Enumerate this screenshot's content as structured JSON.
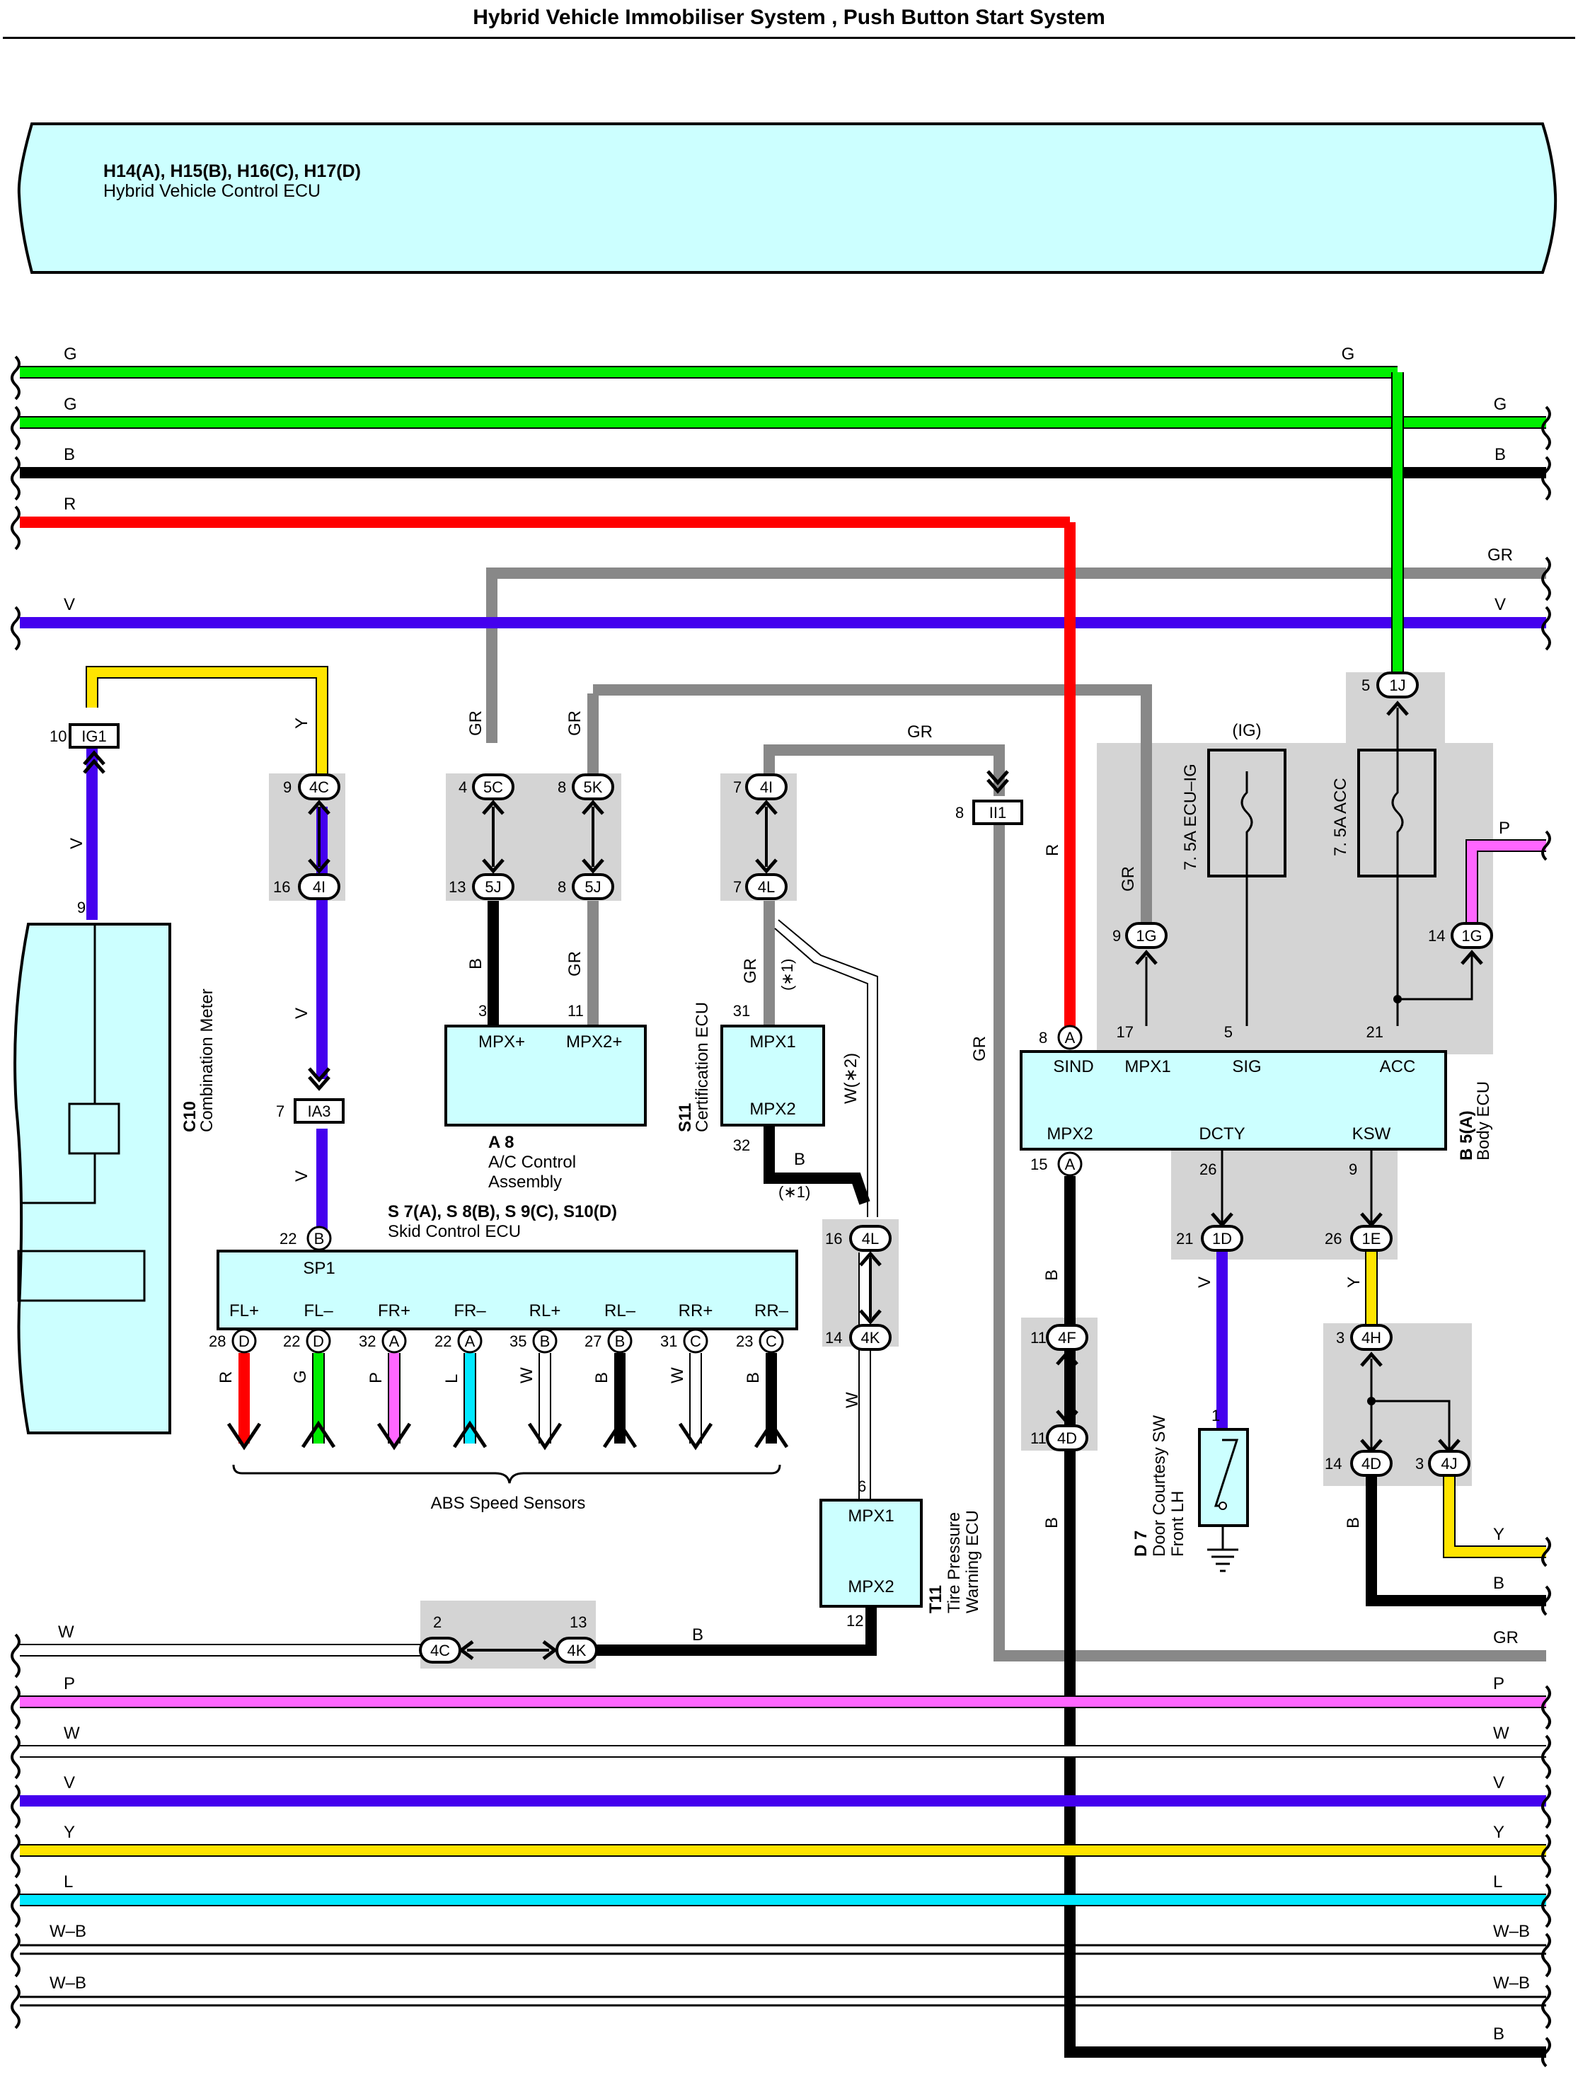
{
  "title": "Hybrid Vehicle Immobiliser System , Push Button Start System",
  "colors": {
    "G": "#00ee00",
    "B": "#000000",
    "R": "#ff0000",
    "GR": "#888888",
    "V": "#4400ee",
    "Y": "#ffe400",
    "P": "#ff66ff",
    "L": "#00e8ff",
    "W": "#ffffff",
    "component_fill": "#ccffff",
    "splice_fill": "#d4d4d4"
  },
  "hv_ecu": {
    "ref": "H14(A), H15(B), H16(C), H17(D)",
    "name": "Hybrid Vehicle Control ECU"
  },
  "top_wires": [
    "G",
    "G",
    "B",
    "R",
    "GR",
    "V"
  ],
  "bottom_wires": [
    "W",
    "GR",
    "P",
    "W",
    "V",
    "Y",
    "L",
    "W–B",
    "W–B",
    "B"
  ],
  "right_labels": {
    "p_top": "P",
    "y_right": "Y",
    "b_right": "B"
  },
  "connectors": {
    "ig1": {
      "pin": "10",
      "name": "IG1"
    },
    "c4c": {
      "pin": "9",
      "name": "4C"
    },
    "c4i": {
      "pin": "16",
      "name": "4I"
    },
    "ia3": {
      "pin": "7",
      "name": "IA3"
    },
    "c5c": {
      "pin": "4",
      "name": "5C"
    },
    "c5j_a": {
      "pin": "13",
      "name": "5J"
    },
    "c5k": {
      "pin": "8",
      "name": "5K"
    },
    "c5j_b": {
      "pin": "8",
      "name": "5J"
    },
    "c4i_b": {
      "pin": "7",
      "name": "4I"
    },
    "c4l": {
      "pin": "7",
      "name": "4L"
    },
    "ii1": {
      "pin": "8",
      "name": "II1"
    },
    "c4l_b": {
      "pin": "16",
      "name": "4L"
    },
    "c4k": {
      "pin": "14",
      "name": "4K"
    },
    "c4c_b": {
      "pin": "2",
      "name": "4C"
    },
    "c4k_b": {
      "pin": "13",
      "name": "4K"
    },
    "c1g_a": {
      "pin": "9",
      "name": "1G"
    },
    "c1g_b": {
      "pin": "14",
      "name": "1G"
    },
    "c1j": {
      "pin": "5",
      "name": "1J"
    },
    "c1d": {
      "pin": "21",
      "name": "1D"
    },
    "c1e": {
      "pin": "26",
      "name": "1E"
    },
    "c4f": {
      "pin": "11",
      "name": "4F"
    },
    "c4d_a": {
      "pin": "11",
      "name": "4D"
    },
    "c4h": {
      "pin": "3",
      "name": "4H"
    },
    "c4d_b": {
      "pin": "14",
      "name": "4D"
    },
    "c4j": {
      "pin": "3",
      "name": "4J"
    }
  },
  "wire_labels": {
    "y_meter": "Y",
    "v_meter": "V",
    "v_ia3_top": "V",
    "v_ia3_bot": "V",
    "gr_5c": "GR",
    "gr_5k": "GR",
    "b_5j": "B",
    "gr_5j": "GR",
    "gr_ii1_top": "GR",
    "gr_s11": "GR",
    "star1_a": "(∗1)",
    "w_star2": "W(∗2)",
    "b_s11": "B",
    "star1_b": "(∗1)",
    "w_t11": "W",
    "gr_ii1_side": "GR",
    "r_body": "R",
    "gr_1g": "GR",
    "b_4k": "B",
    "b_4f_top": "B",
    "b_4d_bot": "B",
    "v_1d": "V",
    "y_1e": "Y",
    "b_4d": "B"
  },
  "combination_meter": {
    "ref": "C10",
    "name": "Combination Meter",
    "pin": "9"
  },
  "ac_control": {
    "ref": "A 8",
    "name1": "A/C Control",
    "name2": "Assembly",
    "pin_a": "3",
    "pin_b": "11",
    "term_a": "MPX+",
    "term_b": "MPX2+"
  },
  "cert_ecu": {
    "ref": "S11",
    "name": "Certification ECU",
    "pin_a": "31",
    "pin_b": "32",
    "term_a": "MPX1",
    "term_b": "MPX2"
  },
  "tpms_ecu": {
    "ref": "T11",
    "name1": "Tire Pressure",
    "name2": "Warning ECU",
    "pin_a": "6",
    "pin_b": "12",
    "term_a": "MPX1",
    "term_b": "MPX2"
  },
  "skid_ecu": {
    "ref": "S 7(A), S 8(B), S 9(C), S10(D)",
    "name": "Skid Control ECU",
    "sp1_pin": "22",
    "sp1_conn": "B",
    "sp1_term": "SP1",
    "terminals": [
      {
        "term": "FL+",
        "pin": "28",
        "conn": "D",
        "wire": "R"
      },
      {
        "term": "FL–",
        "pin": "22",
        "conn": "D",
        "wire": "G"
      },
      {
        "term": "FR+",
        "pin": "32",
        "conn": "A",
        "wire": "P"
      },
      {
        "term": "FR–",
        "pin": "22",
        "conn": "A",
        "wire": "L"
      },
      {
        "term": "RL+",
        "pin": "35",
        "conn": "B",
        "wire": "W"
      },
      {
        "term": "RL–",
        "pin": "27",
        "conn": "B",
        "wire": "B"
      },
      {
        "term": "RR+",
        "pin": "31",
        "conn": "C",
        "wire": "W"
      },
      {
        "term": "RR–",
        "pin": "23",
        "conn": "C",
        "wire": "B"
      }
    ]
  },
  "abs_sensors": "ABS Speed Sensors",
  "body_ecu": {
    "ref": "B 5(A)",
    "name": "Body ECU",
    "top": [
      {
        "pin": "8",
        "conn": "A",
        "term": "SIND"
      },
      {
        "pin": "17",
        "term": "MPX1"
      },
      {
        "pin": "5",
        "term": "SIG"
      },
      {
        "pin": "21",
        "term": "ACC"
      }
    ],
    "bottom": [
      {
        "pin": "15",
        "conn": "A",
        "term": "MPX2"
      },
      {
        "pin": "26",
        "term": "DCTY"
      },
      {
        "pin": "9",
        "term": "KSW"
      }
    ]
  },
  "fuses": {
    "ig_label": "(IG)",
    "ecu_ig": "7. 5A ECU–IG",
    "acc": "7. 5A ACC"
  },
  "door_sw": {
    "ref": "D 7",
    "name1": "Door Courtesy SW",
    "name2": "Front LH",
    "pin": "1"
  }
}
